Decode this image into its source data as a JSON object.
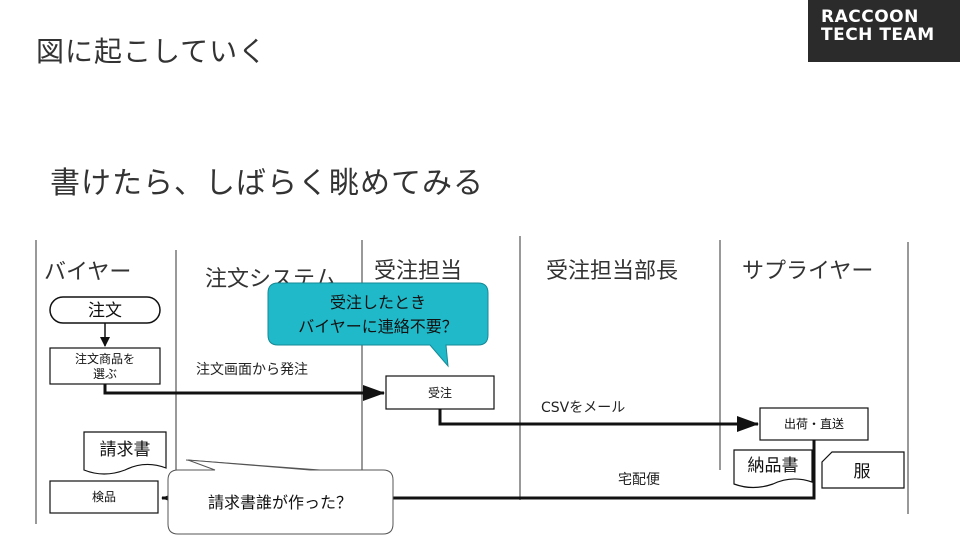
{
  "slide": {
    "title": "図に起こしていく",
    "subtitle": "書けたら、しばらく眺めてみる"
  },
  "logo": {
    "line1": "RACCOON",
    "line2": "TECH TEAM"
  },
  "diagram": {
    "lanes": [
      "バイヤー",
      "注文システム",
      "受注担当",
      "受注担当部長",
      "サプライヤー"
    ],
    "nodes": {
      "order_start": "注文",
      "select_line1": "注文商品を",
      "select_line2": "選ぶ",
      "receive_order": "受注",
      "ship_direct": "出荷・直送",
      "invoice": "請求書",
      "delivery_note": "納品書",
      "clothes": "服",
      "inspection": "検品"
    },
    "edge_labels": {
      "order_from_screen": "注文画面から発注",
      "csv_mail": "CSVをメール",
      "courier": "宅配便"
    },
    "callouts": {
      "teal_line1": "受注したとき",
      "teal_line2": "バイヤーに連絡不要？",
      "white": "請求書誰が作った？"
    },
    "colors": {
      "callout_teal": "#1fb9c9",
      "line": "#111111"
    }
  }
}
